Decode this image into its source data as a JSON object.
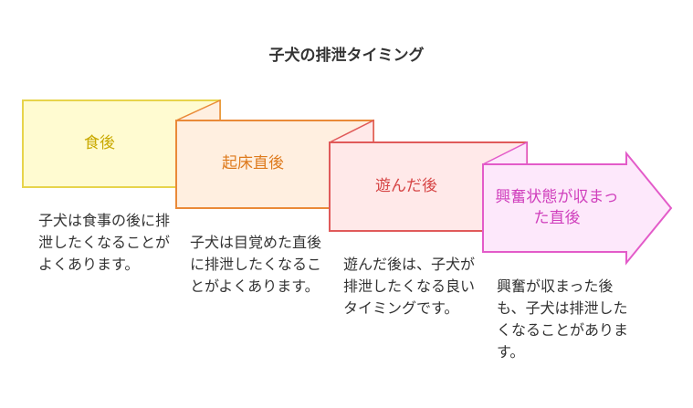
{
  "title": "子犬の排泄タイミング",
  "colors": {
    "step1_fill": "#fffbd1",
    "step1_stroke": "#e7d44c",
    "step1_text": "#c9a900",
    "step2_fill": "#ffefe0",
    "step2_stroke": "#ea8a38",
    "step2_text": "#de7a1c",
    "step3_fill": "#ffe9e9",
    "step3_stroke": "#e05a5a",
    "step3_text": "#d64545",
    "step4_fill": "#fde8fb",
    "step4_stroke": "#e35bc9",
    "step4_text": "#d040bd"
  },
  "steps": [
    {
      "label": "食後",
      "description": "子犬は食事の後に排泄したくなることがよくあります。"
    },
    {
      "label": "起床直後",
      "description": "子犬は目覚めた直後に排泄したくなることがよくあります。"
    },
    {
      "label": "遊んだ後",
      "description": "遊んだ後は、子犬が排泄したくなる良いタイミングです。"
    },
    {
      "label": "興奮状態が収まった直後",
      "description": "興奮が収まった後も、子犬は排泄したくなることがあります。"
    }
  ]
}
